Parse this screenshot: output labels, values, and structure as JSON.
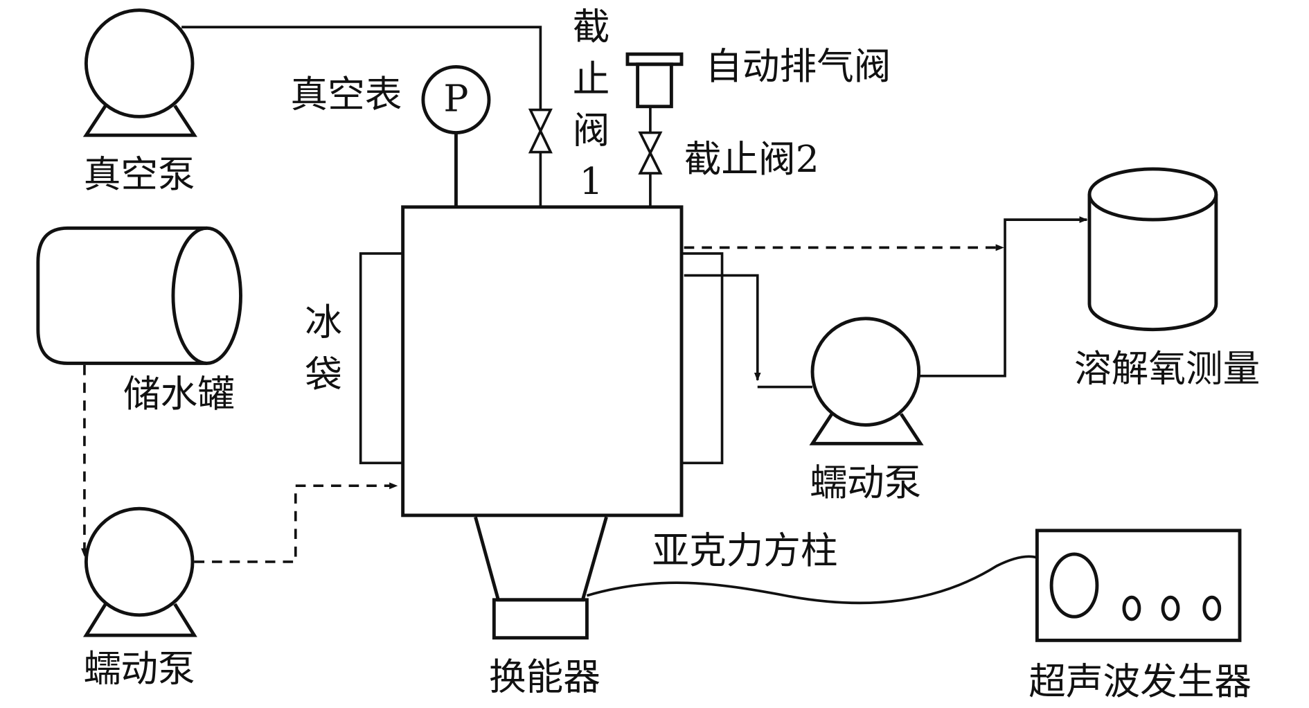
{
  "labels": {
    "vacuum_pump": "真空泵",
    "vacuum_gauge": "真空表",
    "gauge_symbol": "P",
    "valve1_chars": [
      "截",
      "止",
      "阀",
      "1"
    ],
    "auto_vent_valve": "自动排气阀",
    "valve2": "截止阀2",
    "ice_bag_chars": [
      "冰",
      "袋"
    ],
    "storage_tank": "储水罐",
    "peristaltic_pump_left": "蠕动泵",
    "peristaltic_pump_right": "蠕动泵",
    "do_measurement": "溶解氧测量",
    "acrylic_column": "亚克力方柱",
    "transducer": "换能器",
    "ultrasonic_generator": "超声波发生器"
  },
  "colors": {
    "line": "#111111",
    "background": "#ffffff"
  }
}
